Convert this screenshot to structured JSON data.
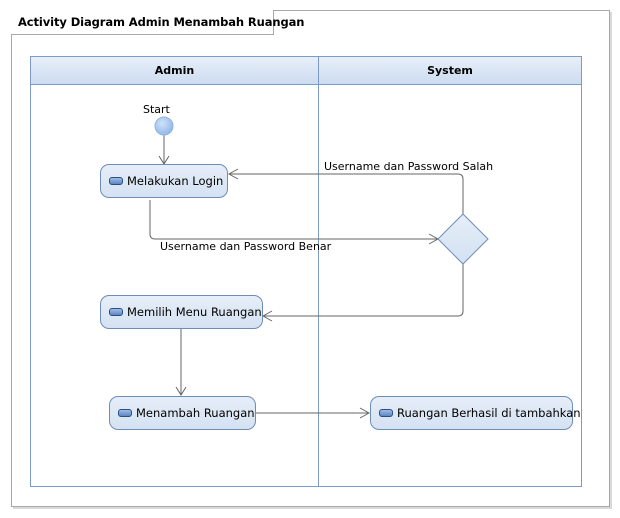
{
  "diagram": {
    "title": "Activity Diagram Admin Menambah Ruangan",
    "lanes": [
      "Admin",
      "System"
    ],
    "start_label": "Start",
    "nodes": {
      "login": "Melakukan Login",
      "menu": "Memilih Menu Ruangan",
      "tambah": "Menambah Ruangan",
      "berhasil": "Ruangan Berhasil di tambahkan"
    },
    "edges": {
      "salah": "Username dan Password Salah",
      "benar": "Username dan Password Benar"
    }
  },
  "colors": {
    "lane_border": "#7b9cc8",
    "lane_header": "#dbe6f4",
    "node_fill": "#dde8f5",
    "node_border": "#6d8db8",
    "start_node": "#a9c9f0",
    "edge": "#666666"
  }
}
